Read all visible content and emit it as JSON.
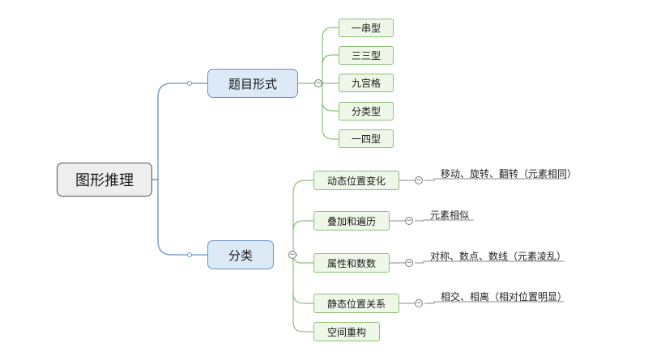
{
  "root": {
    "label": "图形推理"
  },
  "branches": [
    {
      "label": "题目形式",
      "children": [
        "一串型",
        "三三型",
        "九宫格",
        "分类型",
        "一四型"
      ]
    },
    {
      "label": "分类",
      "children": [
        {
          "label": "动态位置变化",
          "note": "移动、旋转、翻转（元素相同）"
        },
        {
          "label": "叠加和遍历",
          "note": "元素相似"
        },
        {
          "label": "属性和数数",
          "note": "对称、数点、数线（元素凌乱）"
        },
        {
          "label": "静态位置关系",
          "note": "相交、相离（相对位置明显）"
        },
        {
          "label": "空间重构",
          "note": ""
        }
      ]
    }
  ],
  "collapse_symbol": "−",
  "colors": {
    "root_fill": "#eeeeee",
    "main_fill": "#dce9f7",
    "main_line": "#6b93c4",
    "sub_fill": "#eef7e8",
    "sub_line": "#8cc07a"
  }
}
